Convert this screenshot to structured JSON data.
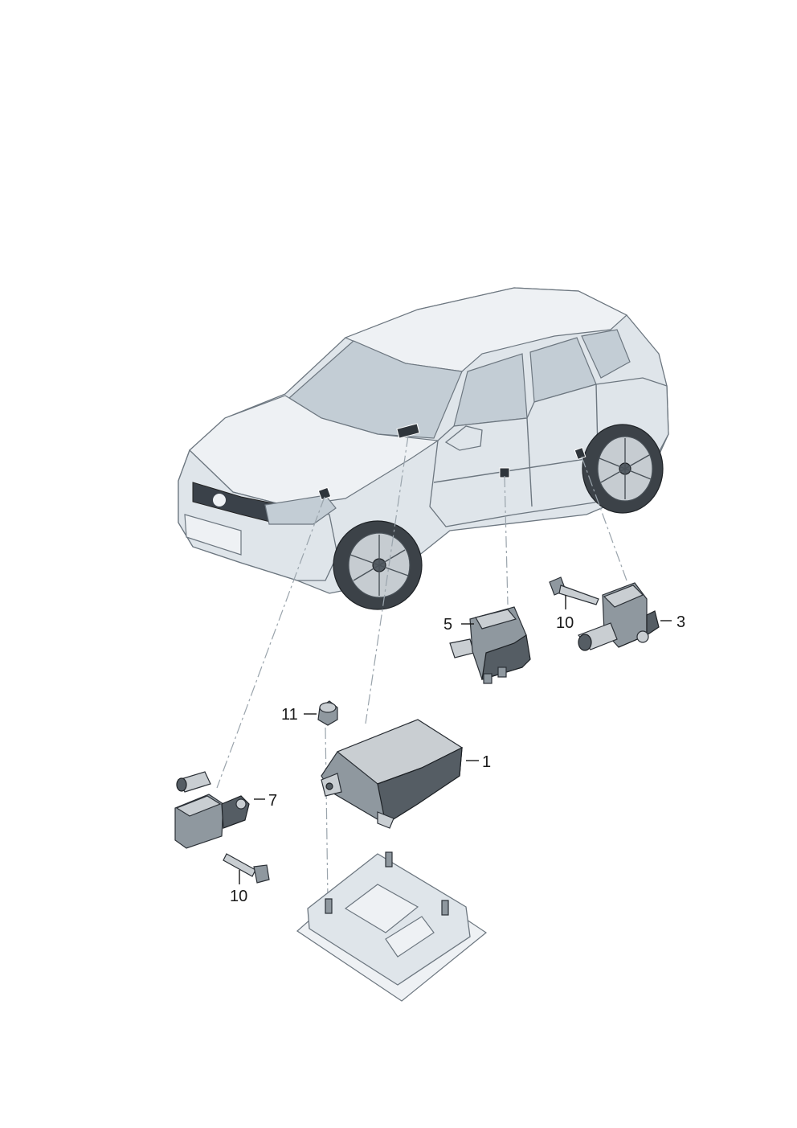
{
  "callouts": {
    "c1": "1",
    "c3": "3",
    "c5": "5",
    "c7": "7",
    "c10_right": "10",
    "c10_left": "10",
    "c11": "11"
  },
  "colors": {
    "line": "#1a1a1a",
    "body": "#dfe5ea",
    "glass": "#c3cdd5",
    "part": "#8f989f",
    "dash": "#9aa4ac"
  }
}
